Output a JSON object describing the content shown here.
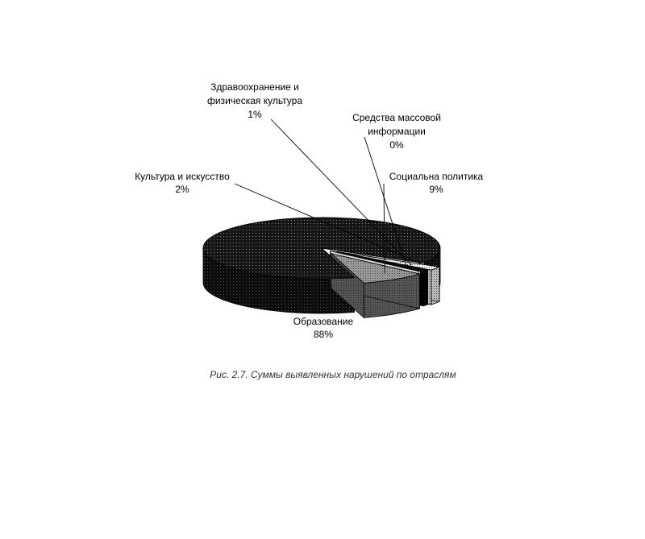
{
  "chart_data": {
    "type": "pie",
    "style": "3d-exploded",
    "slices": [
      {
        "category": "Образование",
        "label_lines": [
          "Образование"
        ],
        "value": 88,
        "value_label": "88%",
        "pattern": "dark-dotted"
      },
      {
        "category": "Культура и искусство",
        "label_lines": [
          "Культура и искусство"
        ],
        "value": 2,
        "value_label": "2%",
        "pattern": "light-dotted"
      },
      {
        "category": "Здравоохранение и физическая культура",
        "label_lines": [
          "Здравоохранение и",
          "физическая культура"
        ],
        "value": 1,
        "value_label": "1%",
        "pattern": "dark"
      },
      {
        "category": "Средства массовой информации",
        "label_lines": [
          "Средства массовой",
          "информации"
        ],
        "value": 0,
        "value_label": "0%",
        "pattern": "white"
      },
      {
        "category": "Социальна политика",
        "label_lines": [
          "Социальна политика"
        ],
        "value": 9,
        "value_label": "9%",
        "pattern": "grey-dotted"
      }
    ],
    "legend": "none"
  },
  "caption": "Рис. 2.7. Суммы выявленных нарушений по отраслям"
}
